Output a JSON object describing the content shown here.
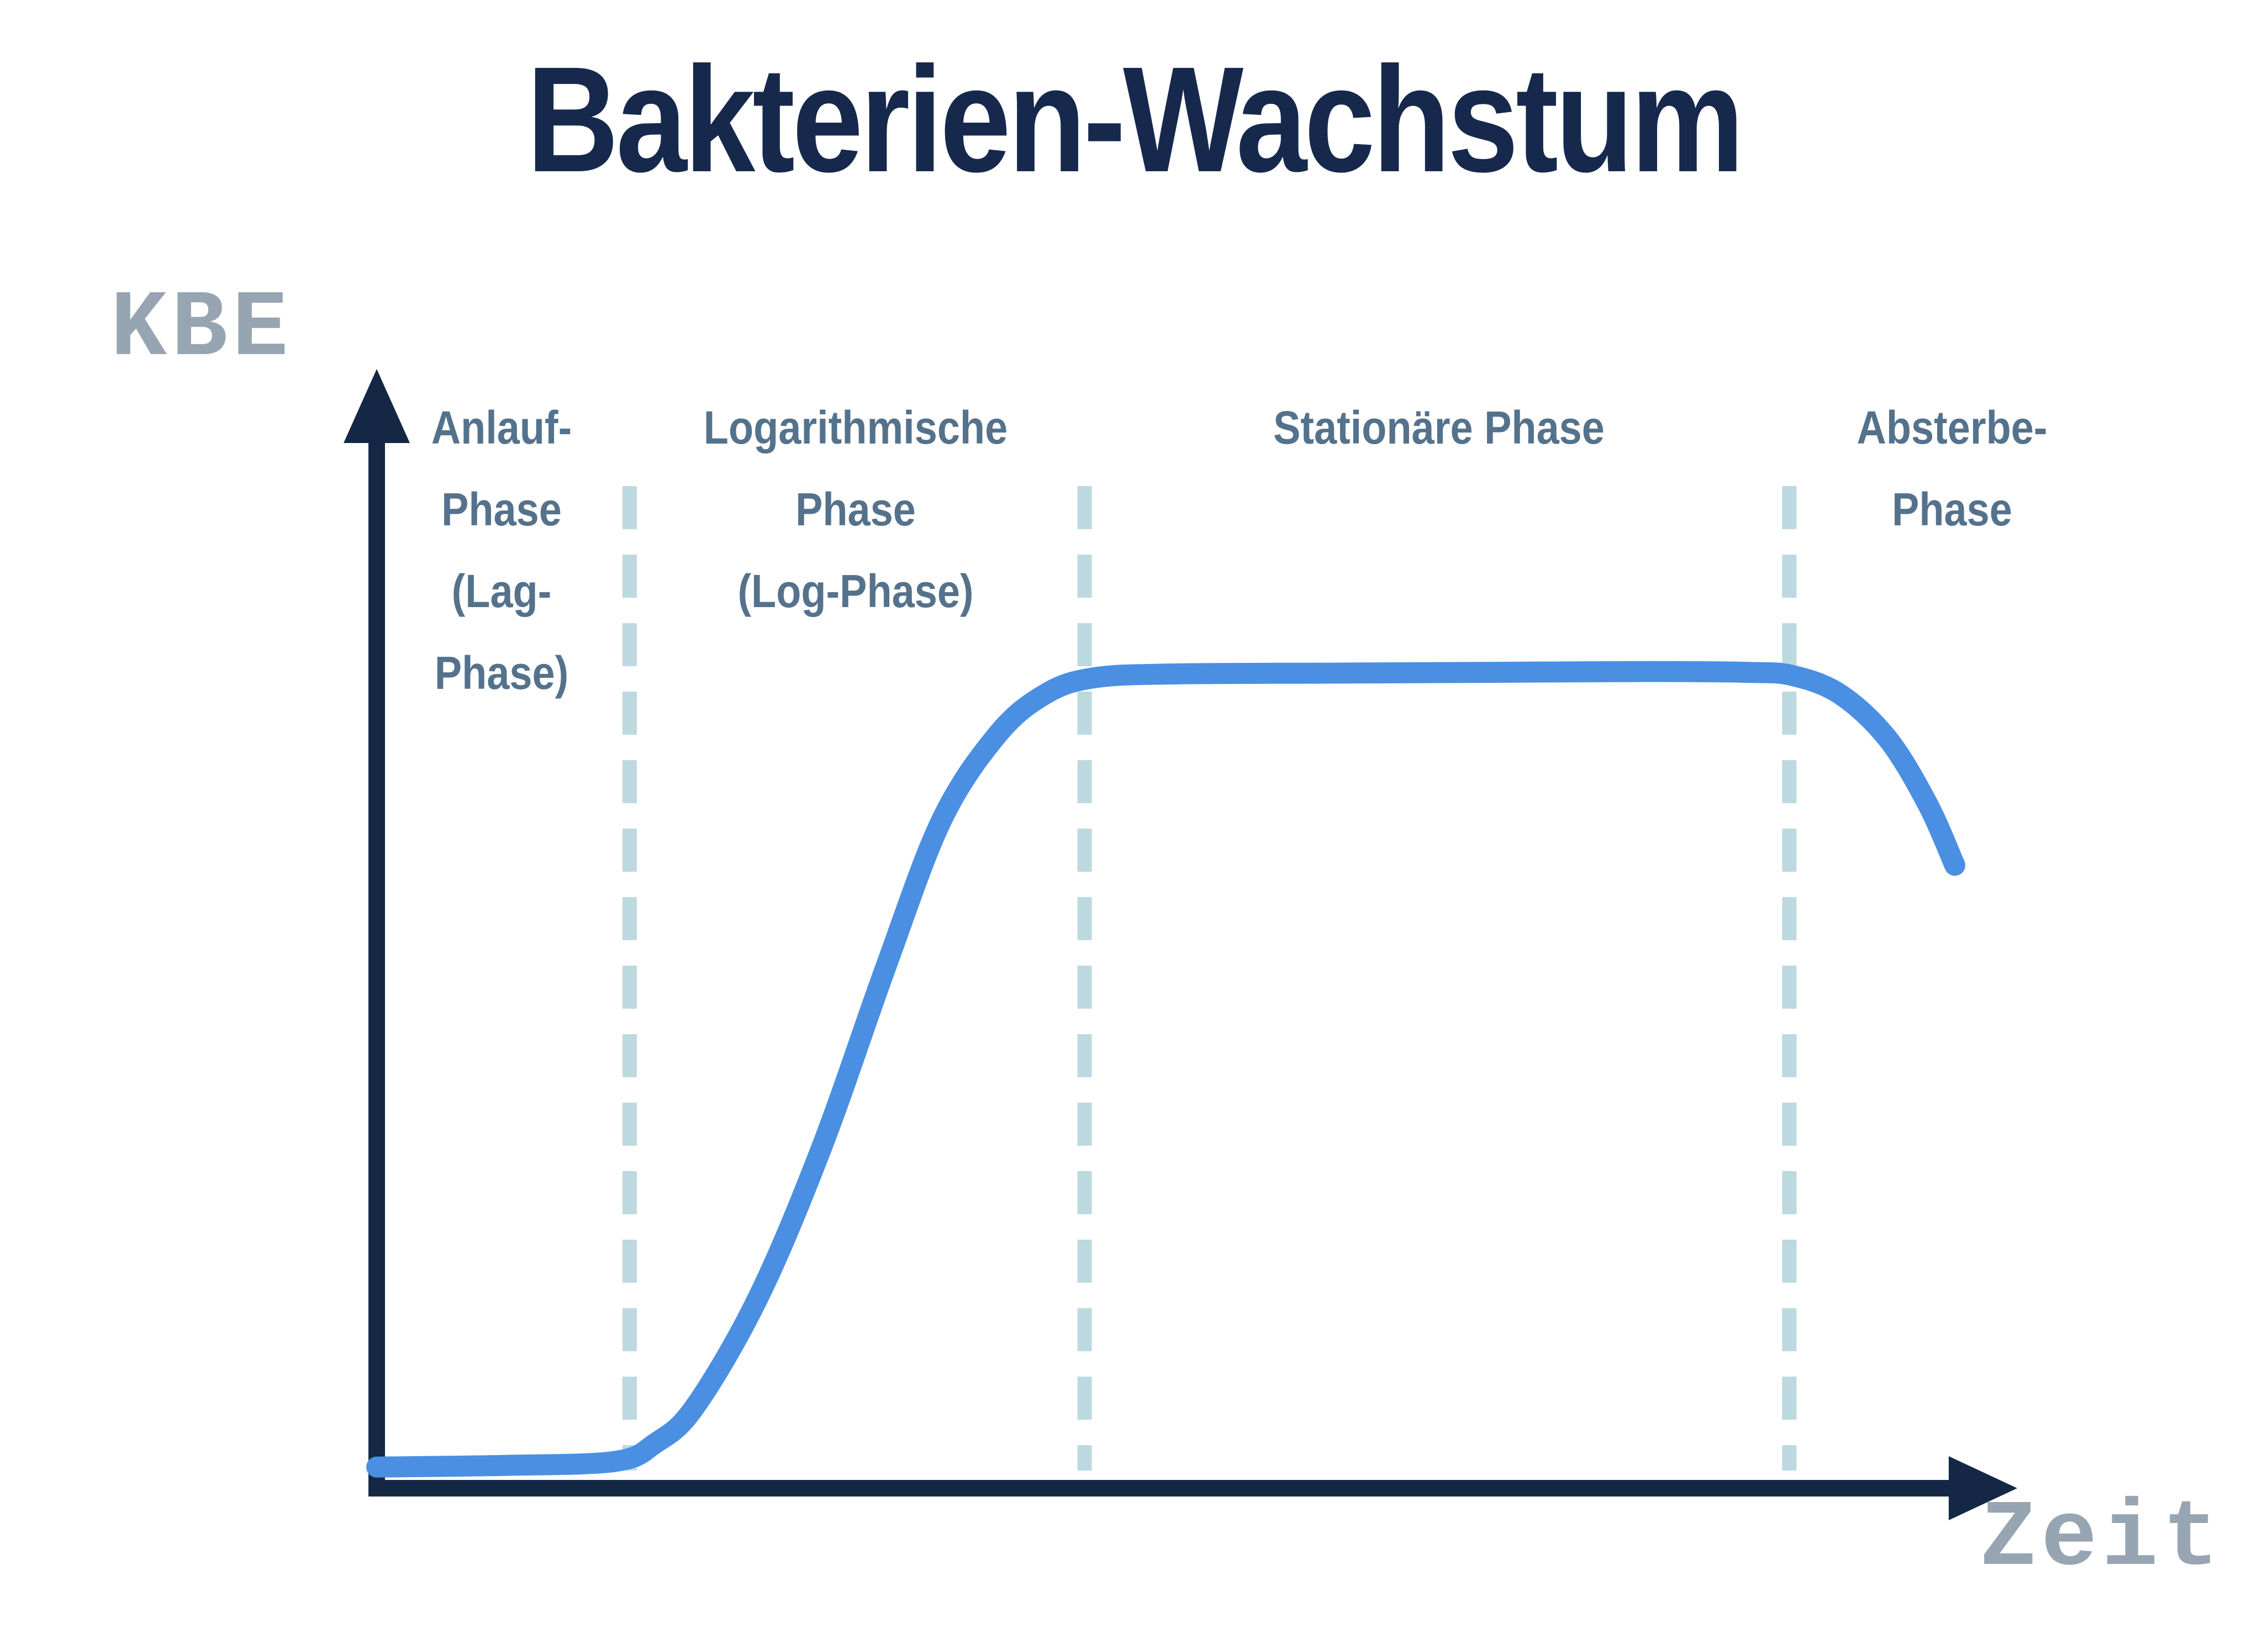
{
  "title": "Bakterien-Wachstum",
  "axes": {
    "y_label": "KBE",
    "x_label": "Zeit"
  },
  "phases": [
    {
      "name": "lag",
      "label": "Anlauf-\nPhase\n(Lag-\nPhase)"
    },
    {
      "name": "log",
      "label": "Logarithmische\nPhase\n(Log-Phase)"
    },
    {
      "name": "stationary",
      "label": "Stationäre Phase"
    },
    {
      "name": "death",
      "label": "Absterbe-\nPhase"
    }
  ],
  "colors": {
    "title": "#16294d",
    "axis": "#142845",
    "curve": "#4a8fe2",
    "divider": "#bdd9e0",
    "phase_label": "#54728c",
    "axis_label": "#97a5b2"
  },
  "chart_data": {
    "type": "line",
    "title": "Bakterien-Wachstum",
    "xlabel": "Zeit",
    "ylabel": "KBE",
    "x_axis_numeric": false,
    "y_axis_numeric": false,
    "grid": false,
    "legend": "none",
    "annotations": [
      "Anlauf-Phase (Lag-Phase)",
      "Logarithmische Phase (Log-Phase)",
      "Stationäre Phase",
      "Absterbe-Phase"
    ],
    "phase_boundaries_t": [
      0.159,
      0.445,
      0.888
    ],
    "series": [
      {
        "name": "KBE growth curve",
        "points": [
          [
            0.0,
            0.026
          ],
          [
            0.08,
            0.028
          ],
          [
            0.15,
            0.033
          ],
          [
            0.175,
            0.055
          ],
          [
            0.2,
            0.1
          ],
          [
            0.24,
            0.235
          ],
          [
            0.28,
            0.42
          ],
          [
            0.32,
            0.64
          ],
          [
            0.355,
            0.82
          ],
          [
            0.39,
            0.925
          ],
          [
            0.42,
            0.975
          ],
          [
            0.45,
            0.995
          ],
          [
            0.5,
            1.0
          ],
          [
            0.6,
            1.001
          ],
          [
            0.7,
            1.002
          ],
          [
            0.8,
            1.003
          ],
          [
            0.862,
            1.002
          ],
          [
            0.89,
            0.998
          ],
          [
            0.92,
            0.975
          ],
          [
            0.95,
            0.92
          ],
          [
            0.975,
            0.84
          ],
          [
            0.992,
            0.765
          ]
        ]
      }
    ]
  }
}
